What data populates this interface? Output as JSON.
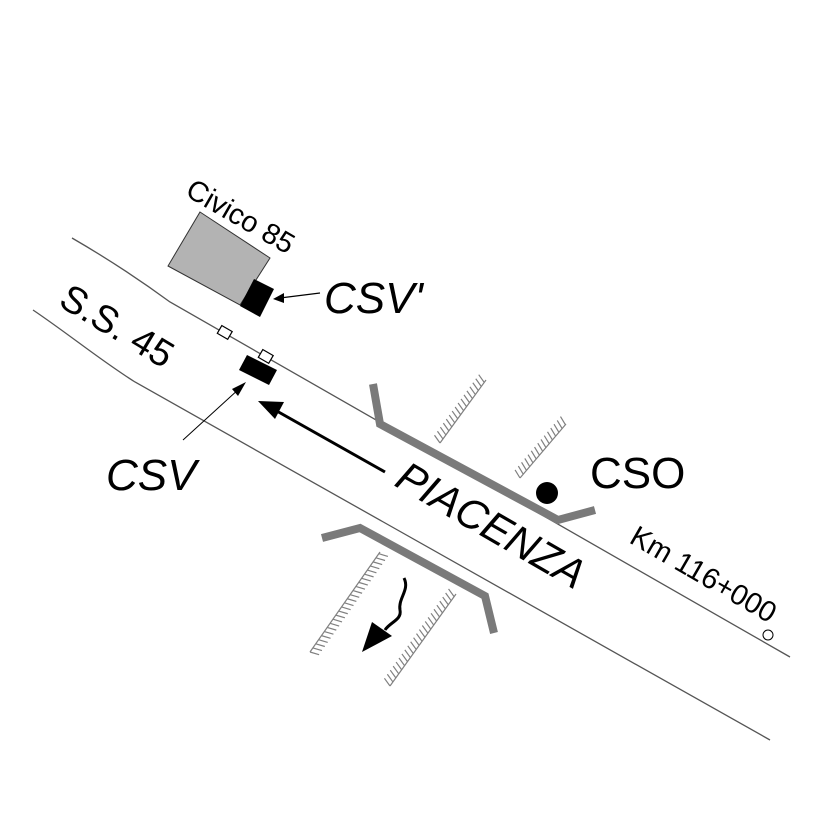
{
  "labels": {
    "building": "Civico 85",
    "road": "S.S. 45",
    "csv_prime": "CSV'",
    "csv": "CSV",
    "cso": "CSO",
    "direction": "PIACENZA",
    "km": "Km 116+000"
  },
  "colors": {
    "road_edge": "#555555",
    "building_fill": "#b3b3b3",
    "bridge_gray": "#7a7a7a",
    "hatch_gray": "#808080",
    "ink": "#000000"
  },
  "icons": {
    "direction_arrow": "arrow-left-icon",
    "river_flow": "wavy-arrow-down-icon",
    "cso_marker": "filled-circle-icon",
    "km_marker": "hollow-circle-icon"
  }
}
